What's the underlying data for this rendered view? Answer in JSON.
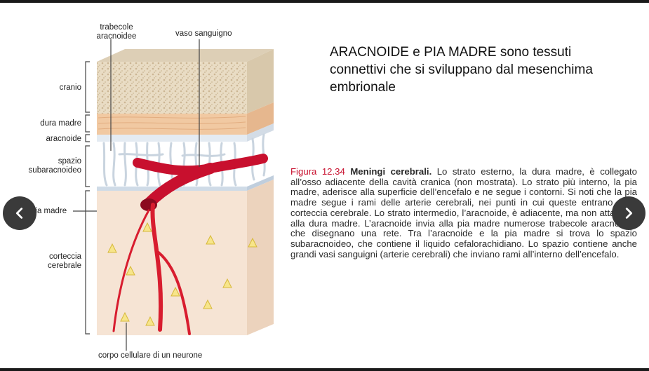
{
  "diagram": {
    "labels": {
      "trabecole": "trabecole\naracnoidee",
      "vaso": "vaso sanguigno",
      "cranio": "cranio",
      "dura": "dura madre",
      "aracnoide": "aracnoide",
      "spazio": "spazio\nsubaracnoideo",
      "pia": "pia madre",
      "corteccia": "corteccia\ncerebrale",
      "neurone": "corpo cellulare di un neurone"
    }
  },
  "heading": "ARACNOIDE e PIA MADRE sono tessuti connettivi che si sviluppano dal mesenchima embrionale",
  "caption": {
    "figure_number": "Figura 12.34",
    "title": "Meningi cerebrali.",
    "body": "Lo strato esterno, la dura madre, è collegato all’osso adiacente della cavità cranica (non mostrata). Lo strato più interno, la pia madre, aderisce alla superficie dell’encefalo e ne segue i contorni. Si noti che la pia madre segue i rami delle arterie cerebrali, nei punti in cui queste entrano nella corteccia cerebrale. Lo strato intermedio, l’aracnoide, è adiacente, ma non attaccato alla dura madre. L’aracnoide invia alla pia madre numerose trabecole aracnoidee che disegnano una rete. Tra l’aracnoide e la pia madre si trova lo spazio subaracnoideo, che contiene il liquido cefalorachidiano. Lo spazio contiene anche grandi vasi sanguigni (arterie cerebrali) che inviano rami all’interno dell’encefalo."
  },
  "nav": {
    "prev_icon": "chevron-left-icon",
    "next_icon": "chevron-right-icon"
  }
}
